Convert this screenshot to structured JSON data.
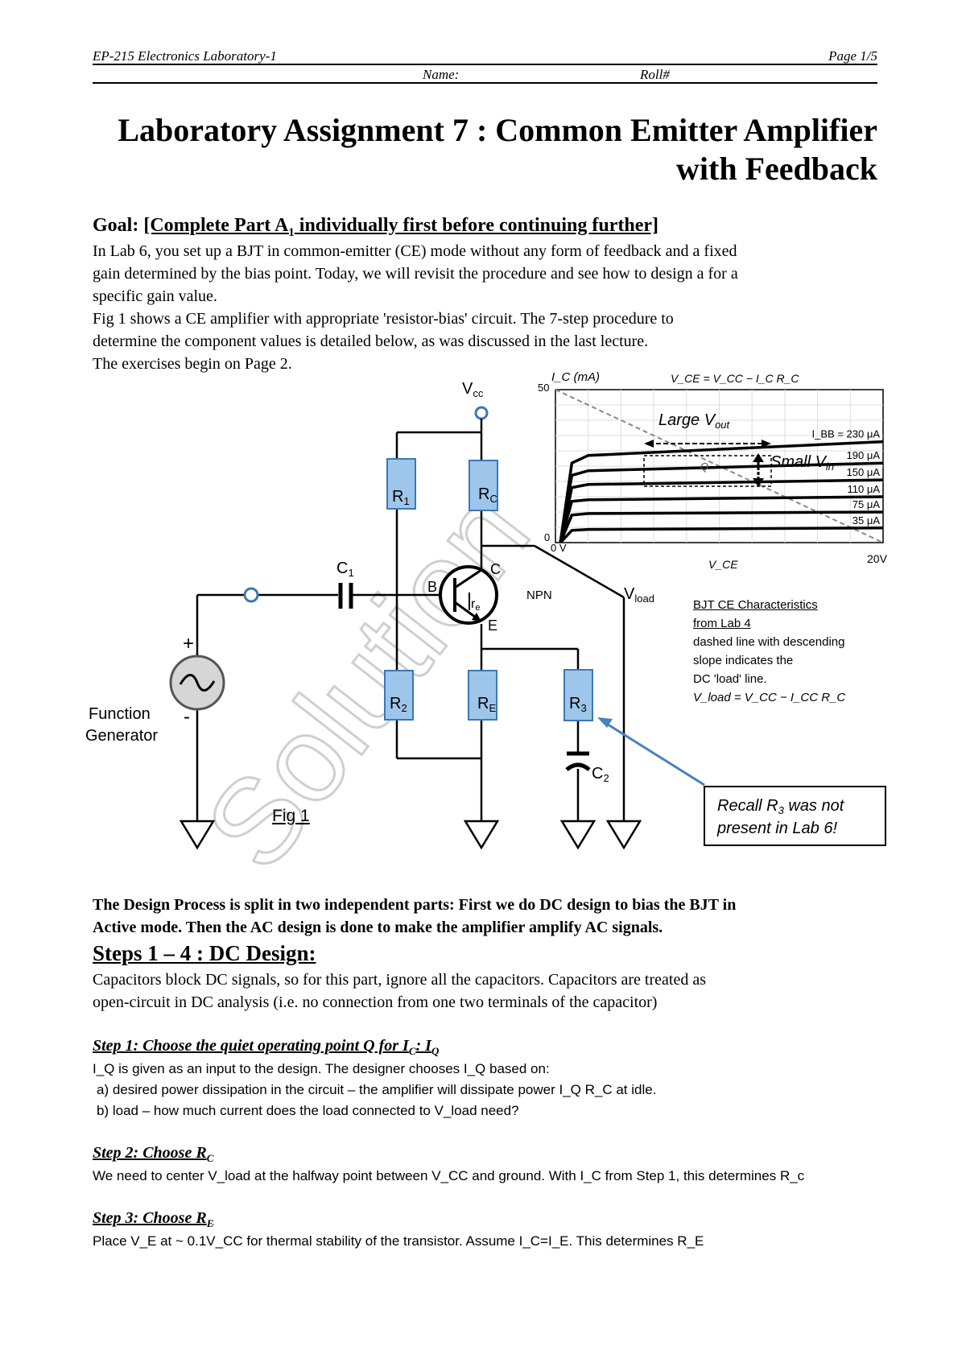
{
  "header": {
    "course": "EP-215 Electronics Laboratory-1",
    "page": "Page 1/5",
    "name_label": "Name:",
    "roll_label": "Roll#"
  },
  "title": {
    "line1": "Laboratory Assignment 7 : Common Emitter Amplifier",
    "line2": "with Feedback"
  },
  "goal": {
    "label": "Goal:",
    "instruction_pre": "[Complete Part A",
    "instruction_sub": "1",
    "instruction_post": " individually first before continuing further]",
    "para1_l1": "In Lab 6, you set up a BJT in common-emitter (CE) mode without any form of feedback and a fixed",
    "para1_l2": "gain determined by the bias point. Today, we will revisit the procedure and see how to design a for a",
    "para1_l3": "specific gain value.",
    "para2_l1": "Fig 1 shows a CE amplifier with appropriate 'resistor-bias' circuit. The 7-step procedure to",
    "para2_l2": "determine the component values is detailed below, as was discussed in the last lecture.",
    "para3": "The exercises begin on Page 2."
  },
  "figure": {
    "vcc": "V",
    "vcc_sub": "cc",
    "r1": "R",
    "r1_sub": "1",
    "rc": "R",
    "rc_sub": "C",
    "r2": "R",
    "r2_sub": "2",
    "re": "R",
    "re_sub": "E",
    "r3": "R",
    "r3_sub": "3",
    "c1": "C",
    "c1_sub": "1",
    "c2": "C",
    "c2_sub": "2",
    "node_b": "B",
    "node_c": "C",
    "node_e": "E",
    "re_small": "r",
    "re_small_sub": "e",
    "npn": "NPN",
    "vload": "V",
    "vload_sub": "load",
    "plus": "+",
    "minus": "-",
    "gen_l1": "Function",
    "gen_l2": "Generator",
    "fig_label": "Fig 1",
    "watermark": "Solution",
    "recall_l1": "Recall R",
    "recall_sub": "3",
    "recall_l1_post": " was not",
    "recall_l2": "present in Lab 6!"
  },
  "chart_data": {
    "type": "line",
    "title": "",
    "ylabel": "I_C (mA)",
    "xlabel": "V_CE",
    "equation": "V_CE = V_CC − I_C R_C",
    "y_tick_top": "50",
    "y_tick_bottom": "0",
    "x_tick_left": "0 V",
    "x_tick_right": "20V",
    "xlim": [
      0,
      20
    ],
    "ylim": [
      0,
      50
    ],
    "series": [
      {
        "name": "I_BB = 230 μA",
        "label": "I_BB = 230 μA",
        "values": [
          [
            0.3,
            0
          ],
          [
            1,
            26
          ],
          [
            2,
            28.5
          ],
          [
            20,
            33
          ]
        ]
      },
      {
        "name": "190 μA",
        "label": "190 μA",
        "values": [
          [
            0.3,
            0
          ],
          [
            1,
            22
          ],
          [
            2,
            23.5
          ],
          [
            20,
            26
          ]
        ]
      },
      {
        "name": "150 μA",
        "label": "150 μA",
        "values": [
          [
            0.3,
            0
          ],
          [
            1,
            18
          ],
          [
            2,
            19
          ],
          [
            20,
            20.5
          ]
        ]
      },
      {
        "name": "110 μA",
        "label": "110 μA",
        "values": [
          [
            0.3,
            0
          ],
          [
            1,
            13.5
          ],
          [
            2,
            14
          ],
          [
            20,
            15
          ]
        ]
      },
      {
        "name": "75 μA",
        "label": "75 μA",
        "values": [
          [
            0.3,
            0
          ],
          [
            1,
            9
          ],
          [
            2,
            9.5
          ],
          [
            20,
            10
          ]
        ]
      },
      {
        "name": "35 μA",
        "label": "35 μA",
        "values": [
          [
            0.3,
            0
          ],
          [
            1,
            4
          ],
          [
            2,
            4.3
          ],
          [
            20,
            4.8
          ]
        ]
      }
    ],
    "load_line": [
      [
        0,
        50
      ],
      [
        20,
        0
      ]
    ],
    "annotations": {
      "large_vout": "Large V",
      "large_vout_sub": "out",
      "small_vin": "Small V",
      "small_vin_sub": "in",
      "q_label": "Q"
    },
    "caption": {
      "line1": "BJT CE Characteristics",
      "line2": "from Lab 4",
      "line3": "dashed line with descending",
      "line4": "slope indicates the",
      "line5": "DC 'load' line.",
      "line6": "V_load = V_CC − I_CC R_C"
    }
  },
  "design": {
    "intro_l1": "The Design Process is split in two independent parts: First we do DC design to bias the BJT in",
    "intro_l2": "Active mode. Then the AC design is done to make the amplifier amplify AC signals.",
    "steps_heading": "Steps 1 – 4 : DC Design:",
    "cap_l1": "Capacitors block DC signals, so for this part, ignore all the capacitors. Capacitors are treated as",
    "cap_l2": "open-circuit in DC analysis (i.e. no connection from one two terminals of the capacitor)"
  },
  "steps": [
    {
      "heading": "Step 1:  Choose the quiet operating point Q for I",
      "heading_sub": "C",
      "heading_post": ": I",
      "heading_sub2": "Q",
      "lines": [
        "I_Q is given as an input to the design. The designer chooses I_Q based on:",
        "a) desired power dissipation in the circuit – the amplifier will dissipate power I_Q R_C at idle.",
        "b) load – how much current does the load connected to V_load need?"
      ]
    },
    {
      "heading": "Step 2: Choose R",
      "heading_sub": "C",
      "lines": [
        "We need to center V_load at the halfway point between V_CC and ground. With I_C from Step 1, this determines R_c"
      ]
    },
    {
      "heading": "Step 3: Choose R",
      "heading_sub": "E",
      "lines": [
        "Place V_E at ~ 0.1V_CC for thermal stability of the transistor. Assume I_C=I_E. This determines R_E"
      ]
    }
  ],
  "colors": {
    "resistor_fill": "#9ec6ea",
    "resistor_stroke": "#3b78b8",
    "arrow": "#4a7fc0",
    "watermark": "#d0d0d0"
  }
}
